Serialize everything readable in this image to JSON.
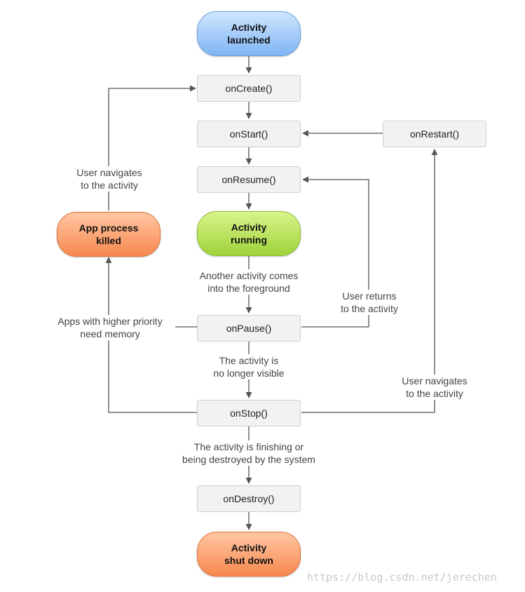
{
  "states": {
    "launched": "Activity\nlaunched",
    "running": "Activity\nrunning",
    "killed": "App process\nkilled",
    "shutdown": "Activity\nshut down"
  },
  "methods": {
    "on_create": "onCreate()",
    "on_start": "onStart()",
    "on_resume": "onResume()",
    "on_pause": "onPause()",
    "on_stop": "onStop()",
    "on_destroy": "onDestroy()",
    "on_restart": "onRestart()"
  },
  "labels": {
    "user_navigates_left": "User navigates\nto the activity",
    "another_activity": "Another activity comes\ninto the foreground",
    "user_returns": "User returns\nto the activity",
    "higher_priority": "Apps with higher priority\nneed memory",
    "no_longer_visible": "The activity is\nno longer visible",
    "user_navigates_right": "User navigates\nto the activity",
    "finishing": "The activity is finishing or\nbeing destroyed by the system"
  },
  "watermark": "https://blog.csdn.net/jerechen",
  "colors": {
    "launched": "#7fb5f3",
    "running": "#9fd33a",
    "killed": "#f7884e",
    "shutdown": "#f7884e",
    "connector": "#555555"
  }
}
